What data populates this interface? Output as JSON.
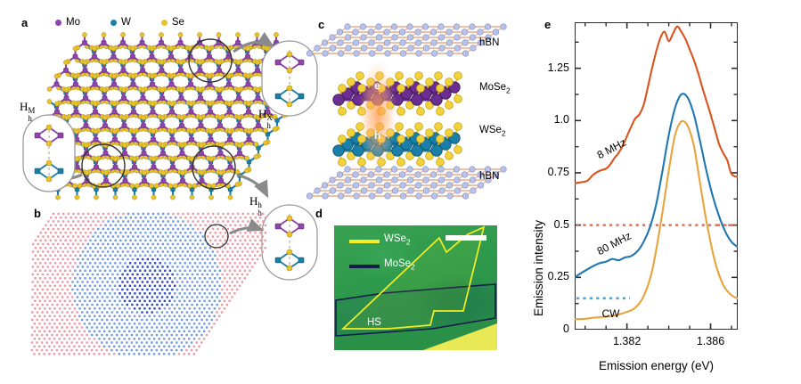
{
  "panels": {
    "a": {
      "letter": "a"
    },
    "b": {
      "letter": "b"
    },
    "c": {
      "letter": "c"
    },
    "d": {
      "letter": "d"
    },
    "e": {
      "letter": "e"
    }
  },
  "legend_a": {
    "items": [
      {
        "label": "Mo",
        "color": "#8e44ad"
      },
      {
        "label": "W",
        "color": "#1a7fa8"
      },
      {
        "label": "Se",
        "color": "#e8c32e"
      }
    ]
  },
  "stacking_labels": {
    "hm": {
      "base": "H",
      "sup": "M",
      "sub": "h"
    },
    "hx": {
      "base": "H",
      "sup": "X",
      "sub": "h"
    },
    "hh": {
      "base": "H",
      "sup": "h",
      "sub": "h"
    }
  },
  "panel_c": {
    "layers": [
      {
        "name": "hBN"
      },
      {
        "name": "MoSe",
        "sub": "2"
      },
      {
        "name": "WSe",
        "sub": "2"
      },
      {
        "name": "hBN"
      }
    ],
    "carriers": [
      {
        "label": "e"
      },
      {
        "label": "h"
      }
    ]
  },
  "panel_d": {
    "legend": [
      {
        "label": "WSe",
        "sub": "2",
        "color": "#f5ed23"
      },
      {
        "label": "MoSe",
        "sub": "2",
        "color": "#141c4a"
      }
    ],
    "region_label": "HS",
    "scalebar": {
      "color": "#ffffff"
    }
  },
  "chart_data": {
    "type": "line",
    "title": "",
    "xlabel": "Emission energy (eV)",
    "ylabel": "Emission intensity",
    "xlim": [
      1.3795,
      1.3873
    ],
    "ylim": [
      0,
      1.47
    ],
    "grid": false,
    "legend_position": "inline-annotations",
    "xticks_major": [
      1.382,
      1.386
    ],
    "xticks_major_labels": [
      "1.382",
      "1.386"
    ],
    "xticks_minor": [
      1.38,
      1.381,
      1.383,
      1.384,
      1.385,
      1.387
    ],
    "yticks": [
      0,
      0.25,
      0.5,
      0.75,
      1.0,
      1.25
    ],
    "ytick_labels": [
      "0",
      "0.25",
      "0.5",
      "0.75",
      "1.0",
      "1.25"
    ],
    "baselines": [
      {
        "name": "8 MHz baseline",
        "value": 0.5,
        "color": "#e8745c",
        "style": "dotted"
      },
      {
        "name": "80 MHz baseline",
        "value": 0.15,
        "color": "#4da3d8",
        "style": "dotted"
      }
    ],
    "annotations": [
      {
        "text": "8 MHz",
        "x": 1.3806,
        "y": 0.86,
        "rotation": -28,
        "color": "#000000"
      },
      {
        "text": "80 MHz",
        "x": 1.3806,
        "y": 0.4,
        "rotation": -28,
        "color": "#000000"
      },
      {
        "text": "CW",
        "x": 1.3808,
        "y": 0.105,
        "rotation": 0,
        "color": "#000000"
      }
    ],
    "series": [
      {
        "name": "8 MHz",
        "color": "#d9541f",
        "offset": 0.5,
        "x": [
          1.3795,
          1.3798,
          1.3801,
          1.3804,
          1.3807,
          1.381,
          1.3812,
          1.3814,
          1.3816,
          1.3818,
          1.382,
          1.3822,
          1.3824,
          1.3826,
          1.3828,
          1.383,
          1.3832,
          1.3834,
          1.3836,
          1.3838,
          1.384,
          1.3842,
          1.3844,
          1.3846,
          1.3848,
          1.385,
          1.3852,
          1.3854,
          1.3856,
          1.3858,
          1.386,
          1.3862,
          1.3864,
          1.3866,
          1.3868,
          1.387,
          1.3873
        ],
        "y": [
          0.7,
          0.705,
          0.712,
          0.742,
          0.76,
          0.77,
          0.79,
          0.82,
          0.845,
          0.88,
          0.925,
          0.97,
          1.01,
          1.03,
          1.075,
          1.16,
          1.25,
          1.33,
          1.395,
          1.425,
          1.38,
          1.415,
          1.45,
          1.425,
          1.39,
          1.34,
          1.29,
          1.23,
          1.16,
          1.095,
          1.03,
          0.96,
          0.89,
          0.845,
          0.81,
          0.745,
          0.73
        ]
      },
      {
        "name": "80 MHz",
        "color": "#1f77b4",
        "offset": 0.15,
        "x": [
          1.3795,
          1.3798,
          1.3801,
          1.3804,
          1.3807,
          1.381,
          1.3813,
          1.3816,
          1.3819,
          1.3822,
          1.3825,
          1.3828,
          1.3831,
          1.3834,
          1.3837,
          1.384,
          1.3843,
          1.3846,
          1.3849,
          1.3852,
          1.3855,
          1.3858,
          1.3861,
          1.3864,
          1.3867,
          1.387,
          1.3873
        ],
        "y": [
          0.25,
          0.27,
          0.288,
          0.305,
          0.318,
          0.325,
          0.338,
          0.332,
          0.345,
          0.352,
          0.375,
          0.42,
          0.49,
          0.6,
          0.76,
          0.93,
          1.06,
          1.125,
          1.11,
          1.03,
          0.9,
          0.76,
          0.64,
          0.545,
          0.47,
          0.42,
          0.395
        ]
      },
      {
        "name": "CW",
        "color": "#e8a33d",
        "offset": 0.05,
        "x": [
          1.3795,
          1.38,
          1.3805,
          1.381,
          1.3815,
          1.382,
          1.3824,
          1.3828,
          1.3832,
          1.3836,
          1.384,
          1.3843,
          1.3846,
          1.3849,
          1.3852,
          1.3855,
          1.3858,
          1.3862,
          1.3866,
          1.387,
          1.3873
        ],
        "y": [
          0.05,
          0.052,
          0.058,
          0.062,
          0.07,
          0.085,
          0.105,
          0.16,
          0.28,
          0.5,
          0.76,
          0.93,
          0.995,
          0.975,
          0.88,
          0.7,
          0.52,
          0.33,
          0.215,
          0.165,
          0.15
        ]
      }
    ]
  }
}
